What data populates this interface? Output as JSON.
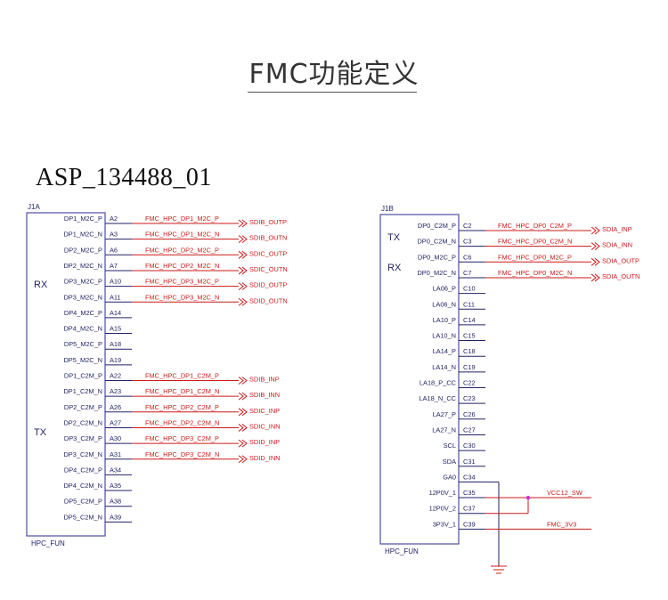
{
  "header": {
    "title": "FMC功能定义",
    "part_number": "ASP_134488_01"
  },
  "colors": {
    "wire": "#cc1a1a",
    "box": "#5a5aa8",
    "text": "#222266",
    "junction": "#cc33cc"
  },
  "j1a": {
    "ref": "J1A",
    "footer": "HPC_FUN",
    "groups": [
      "RX",
      "TX"
    ],
    "pins": [
      {
        "name": "DP1_M2C_P",
        "num": "A2",
        "net": "FMC_HPC_DP1_M2C_P",
        "port": "SDIB_OUTP"
      },
      {
        "name": "DP1_M2C_N",
        "num": "A3",
        "net": "FMC_HPC_DP1_M2C_N",
        "port": "SDIB_OUTN"
      },
      {
        "name": "DP2_M2C_P",
        "num": "A6",
        "net": "FMC_HPC_DP2_M2C_P",
        "port": "SDIC_OUTP"
      },
      {
        "name": "DP2_M2C_N",
        "num": "A7",
        "net": "FMC_HPC_DP2_M2C_N",
        "port": "SDIC_OUTN"
      },
      {
        "name": "DP3_M2C_P",
        "num": "A10",
        "net": "FMC_HPC_DP3_M2C_P",
        "port": "SDID_OUTP"
      },
      {
        "name": "DP3_M2C_N",
        "num": "A11",
        "net": "FMC_HPC_DP3_M2C_N",
        "port": "SDID_OUTN"
      },
      {
        "name": "DP4_M2C_P",
        "num": "A14",
        "net": "",
        "port": ""
      },
      {
        "name": "DP4_M2C_N",
        "num": "A15",
        "net": "",
        "port": ""
      },
      {
        "name": "DP5_M2C_P",
        "num": "A18",
        "net": "",
        "port": ""
      },
      {
        "name": "DP5_M2C_N",
        "num": "A19",
        "net": "",
        "port": ""
      },
      {
        "name": "DP1_C2M_P",
        "num": "A22",
        "net": "FMC_HPC_DP1_C2M_P",
        "port": "SDIB_INP"
      },
      {
        "name": "DP1_C2M_N",
        "num": "A23",
        "net": "FMC_HPC_DP1_C2M_N",
        "port": "SDIB_INN"
      },
      {
        "name": "DP2_C2M_P",
        "num": "A26",
        "net": "FMC_HPC_DP2_C2M_P",
        "port": "SDIC_INP"
      },
      {
        "name": "DP2_C2M_N",
        "num": "A27",
        "net": "FMC_HPC_DP2_C2M_N",
        "port": "SDIC_INN"
      },
      {
        "name": "DP3_C2M_P",
        "num": "A30",
        "net": "FMC_HPC_DP3_C2M_P",
        "port": "SDID_INP"
      },
      {
        "name": "DP3_C2M_N",
        "num": "A31",
        "net": "FMC_HPC_DP3_C2M_N",
        "port": "SDID_INN"
      },
      {
        "name": "DP4_C2M_P",
        "num": "A34",
        "net": "",
        "port": ""
      },
      {
        "name": "DP4_C2M_N",
        "num": "A35",
        "net": "",
        "port": ""
      },
      {
        "name": "DP5_C2M_P",
        "num": "A38",
        "net": "",
        "port": ""
      },
      {
        "name": "DP5_C2M_N",
        "num": "A39",
        "net": "",
        "port": ""
      }
    ]
  },
  "j1b": {
    "ref": "J1B",
    "footer": "HPC_FUN",
    "groups": [
      "TX",
      "RX"
    ],
    "pins": [
      {
        "name": "DP0_C2M_P",
        "num": "C2",
        "net": "FMC_HPC_DP0_C2M_P",
        "port": "SDIA_INP"
      },
      {
        "name": "DP0_C2M_N",
        "num": "C3",
        "net": "FMC_HPC_DP0_C2M_N",
        "port": "SDIA_INN"
      },
      {
        "name": "DP0_M2C_P",
        "num": "C6",
        "net": "FMC_HPC_DP0_M2C_P",
        "port": "SDIA_OUTP"
      },
      {
        "name": "DP0_M2C_N",
        "num": "C7",
        "net": "FMC_HPC_DP0_M2C_N",
        "port": "SDIA_OUTN"
      },
      {
        "name": "LA06_P",
        "num": "C10",
        "net": "",
        "port": ""
      },
      {
        "name": "LA06_N",
        "num": "C11",
        "net": "",
        "port": ""
      },
      {
        "name": "LA10_P",
        "num": "C14",
        "net": "",
        "port": ""
      },
      {
        "name": "LA10_N",
        "num": "C15",
        "net": "",
        "port": ""
      },
      {
        "name": "LA14_P",
        "num": "C18",
        "net": "",
        "port": ""
      },
      {
        "name": "LA14_N",
        "num": "C19",
        "net": "",
        "port": ""
      },
      {
        "name": "LA18_P_CC",
        "num": "C22",
        "net": "",
        "port": ""
      },
      {
        "name": "LA18_N_CC",
        "num": "C23",
        "net": "",
        "port": ""
      },
      {
        "name": "LA27_P",
        "num": "C26",
        "net": "",
        "port": ""
      },
      {
        "name": "LA27_N",
        "num": "C27",
        "net": "",
        "port": ""
      },
      {
        "name": "SCL",
        "num": "C30",
        "net": "",
        "port": ""
      },
      {
        "name": "SDA",
        "num": "C31",
        "net": "",
        "port": ""
      },
      {
        "name": "GA0",
        "num": "C34",
        "net": "",
        "port": ""
      },
      {
        "name": "12P0V_1",
        "num": "C35",
        "net": "VCC12_SW",
        "port": ""
      },
      {
        "name": "12P0V_2",
        "num": "C37",
        "net": "",
        "port": ""
      },
      {
        "name": "3P3V_1",
        "num": "C39",
        "net": "FMC_3V3",
        "port": ""
      }
    ]
  }
}
